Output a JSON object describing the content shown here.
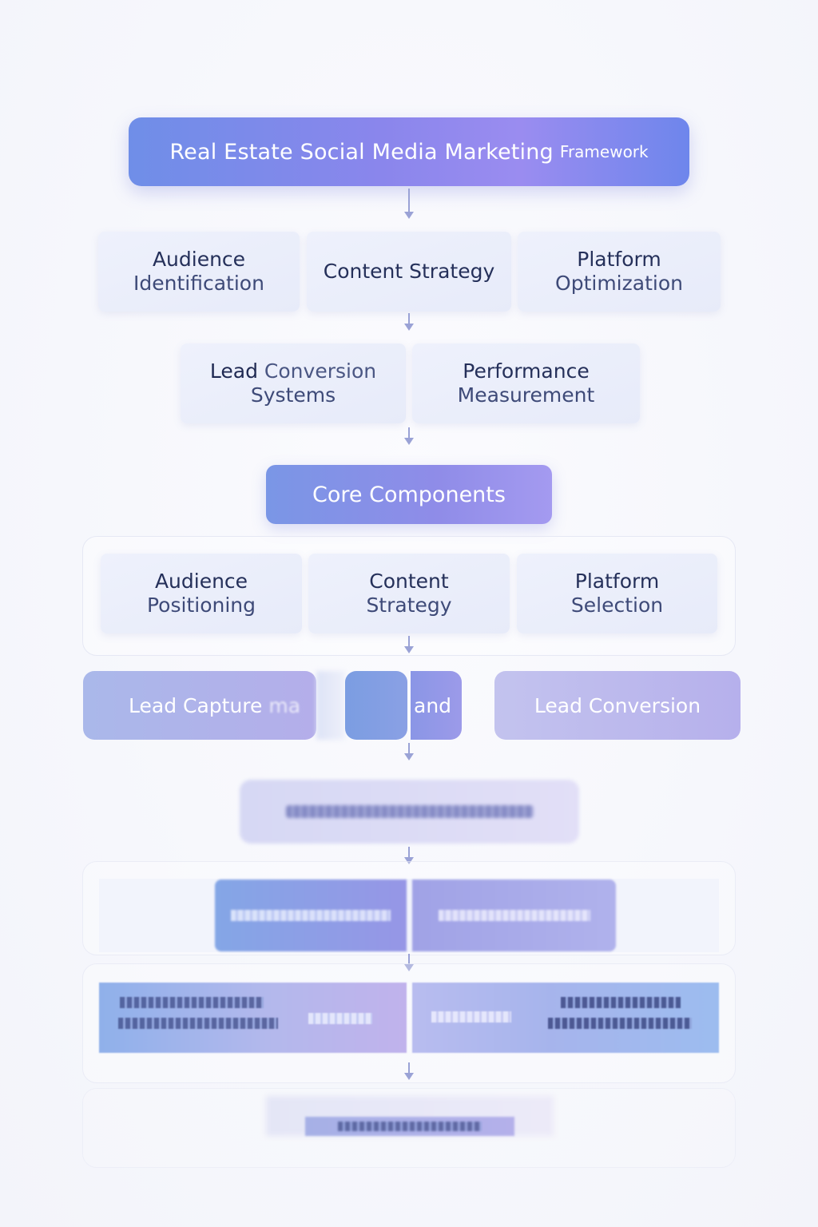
{
  "header": {
    "title": "Real Estate Social Media Marketing",
    "title_suffix": "Framework"
  },
  "row1": [
    {
      "line1": "Audience",
      "line2": "Identification"
    },
    {
      "line1": "Content Strategy",
      "line2": ""
    },
    {
      "line1": "Platform",
      "line2": "Optimization"
    }
  ],
  "row2": [
    {
      "part_bold": "Lead",
      "part_light": "Conversion",
      "line2": "Systems"
    },
    {
      "line1": "Performance",
      "line2": "Measurement"
    }
  ],
  "core": {
    "label": "Core Components"
  },
  "components": [
    {
      "line1": "Audience",
      "line2": "Positioning"
    },
    {
      "line1": "Content",
      "line2": "Strategy"
    },
    {
      "line1": "Platform",
      "line2": "Selection"
    }
  ],
  "lead_row": {
    "left_label": "Lead Capture",
    "left_tail": "ma",
    "middle_label": "and",
    "right_label": "Lead Conversion"
  },
  "colors": {
    "header_gradient_start": "#6f8ee8",
    "header_gradient_end": "#9a8cf0",
    "card_bg": "#eef1fc",
    "text_dark": "#2a3560",
    "arrow": "#9aa2d6"
  }
}
